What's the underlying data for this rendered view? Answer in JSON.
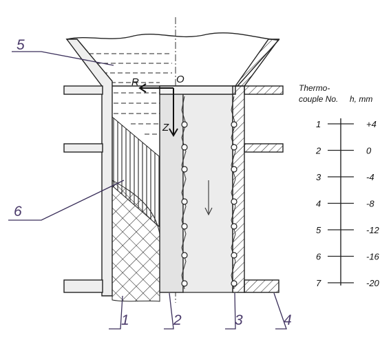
{
  "diagram": {
    "callouts": {
      "c1": "1",
      "c2": "2",
      "c3": "3",
      "c4": "4",
      "c5": "5",
      "c6": "6"
    },
    "axes": {
      "r": "R",
      "origin": "O",
      "z": "Z"
    },
    "scale": {
      "header_line1": "Thermo-",
      "header_line2": "couple No.",
      "header_h": "h, mm",
      "rows": [
        {
          "no": "1",
          "h": "+4"
        },
        {
          "no": "2",
          "h": "0"
        },
        {
          "no": "3",
          "h": "-4"
        },
        {
          "no": "4",
          "h": "-8"
        },
        {
          "no": "5",
          "h": "-12"
        },
        {
          "no": "6",
          "h": "-16"
        },
        {
          "no": "7",
          "h": "-20"
        }
      ]
    }
  }
}
